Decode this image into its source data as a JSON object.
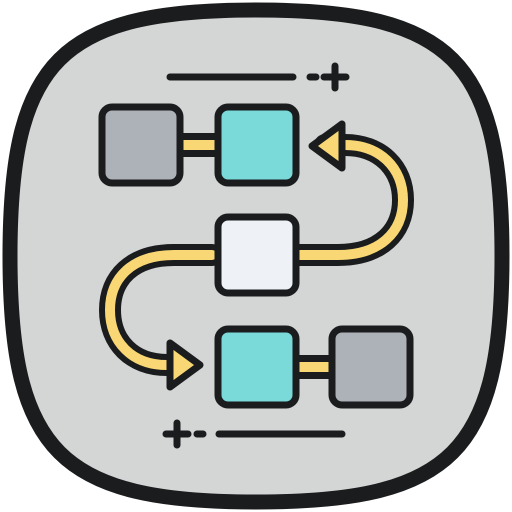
{
  "icon": {
    "name": "workflow-process-icon",
    "colors": {
      "outline": "#1a1c1e",
      "background": "#d4d5d5",
      "gray_node": "#adb1b8",
      "teal_node": "#7adada",
      "white_node": "#eef2f6",
      "connector": "#f8d774"
    },
    "nodes": [
      {
        "id": "node-top-left",
        "color": "gray_node"
      },
      {
        "id": "node-top-right",
        "color": "teal_node"
      },
      {
        "id": "node-middle",
        "color": "white_node"
      },
      {
        "id": "node-bottom-left",
        "color": "teal_node"
      },
      {
        "id": "node-bottom-right",
        "color": "gray_node"
      }
    ],
    "decorations": [
      "top-line-plus",
      "bottom-line-plus"
    ]
  }
}
